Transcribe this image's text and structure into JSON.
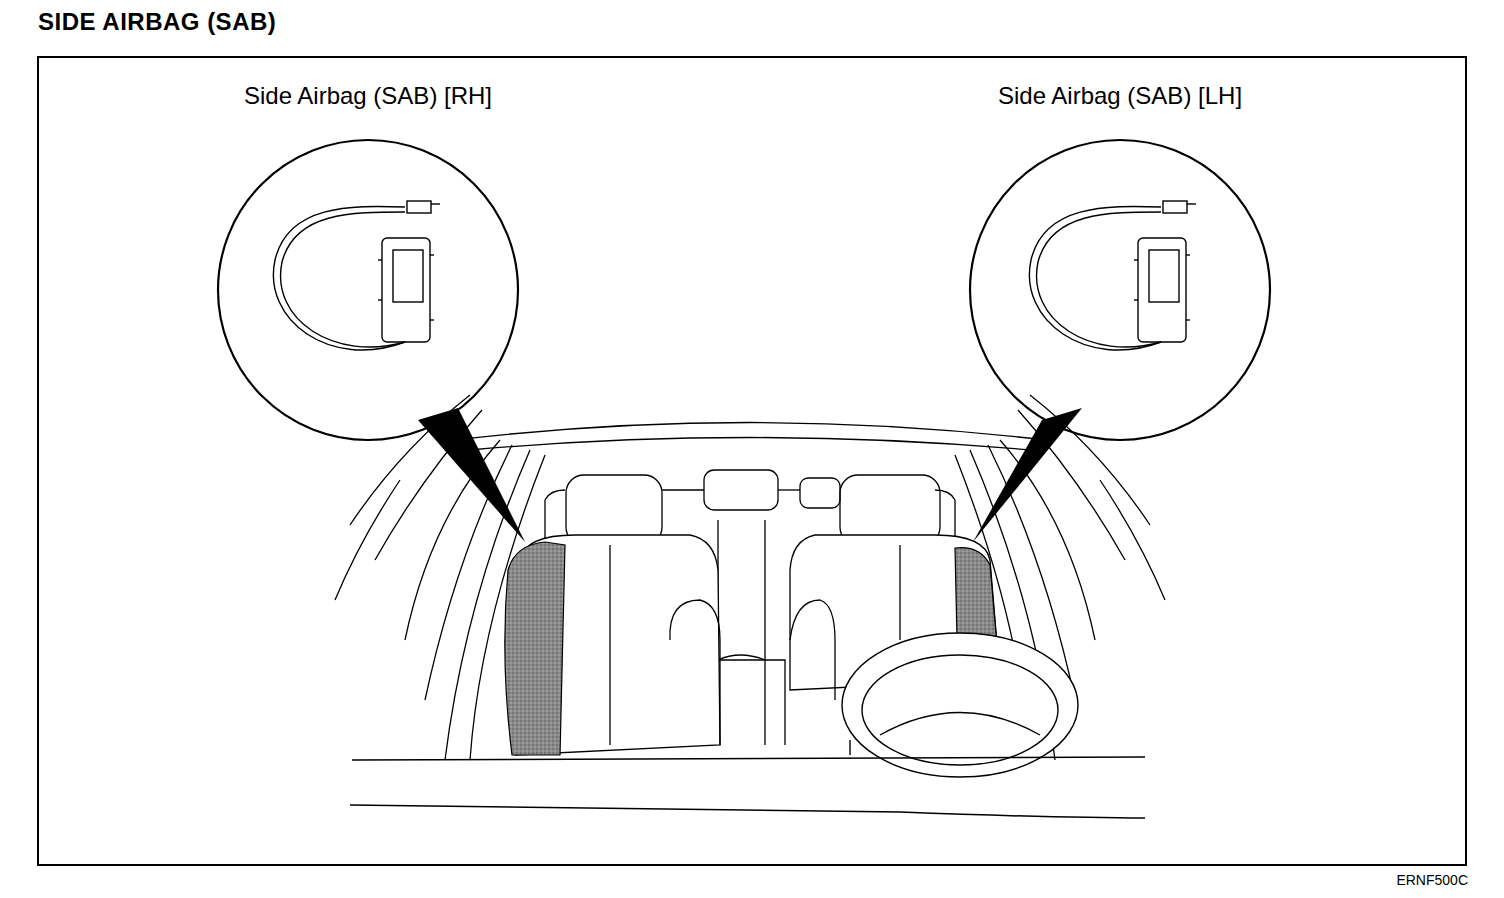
{
  "diagram": {
    "title": "SIDE AIRBAG (SAB)",
    "nodes": [
      {
        "text": [
          "Side Airbag (SAB) [RH]"
        ]
      },
      {
        "text": [
          "Side Airbag (SAB) [LH]"
        ]
      }
    ],
    "labels": [
      "ERNF500C"
    ]
  }
}
